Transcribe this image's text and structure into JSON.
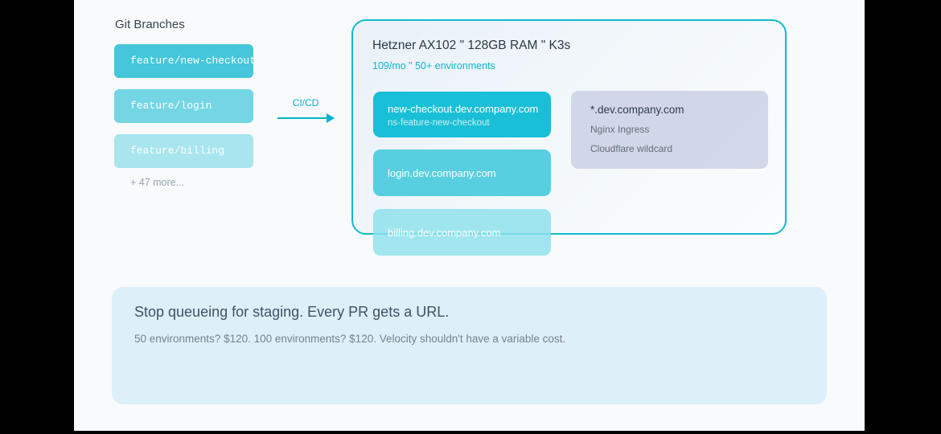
{
  "page": {
    "background": "#f8fafc",
    "frame_color": "#000000",
    "accent_teal": "#00b4d0"
  },
  "branches_panel": {
    "title": "Git Branches",
    "items": [
      {
        "label": "feature/new-checkout",
        "color": "#45c6da"
      },
      {
        "label": "feature/login",
        "color": "#74d6e4"
      },
      {
        "label": "feature/billing",
        "color": "#a8e5ee"
      }
    ],
    "more_label": "+ 47 more..."
  },
  "pipeline": {
    "arrow_label": "CI/CD",
    "arrow_color": "#00b4d0"
  },
  "cluster": {
    "title": "Hetzner AX102 \" 128GB RAM \" K3s",
    "subtitle": "109/mo \" 50+ environments",
    "border_color": "#12bace",
    "environments": [
      {
        "domain": "new-checkout.dev.company.com",
        "namespace": "ns-feature-new-checkout",
        "color": "#19bfd6"
      },
      {
        "domain": "login.dev.company.com",
        "color": "#57cfe0"
      },
      {
        "domain": "billing.dev.company.com",
        "color": "#8ce0ec"
      }
    ],
    "ingress_card": {
      "title": "*.dev.company.com",
      "lines": [
        "Nginx Ingress",
        "Cloudflare wildcard"
      ],
      "color": "#c8cee3"
    }
  },
  "banner": {
    "heading": "Stop queueing for staging. Every PR gets a URL.",
    "body": "50 environments? $120. 100 environments? $120. Velocity shouldn't have a variable cost."
  }
}
